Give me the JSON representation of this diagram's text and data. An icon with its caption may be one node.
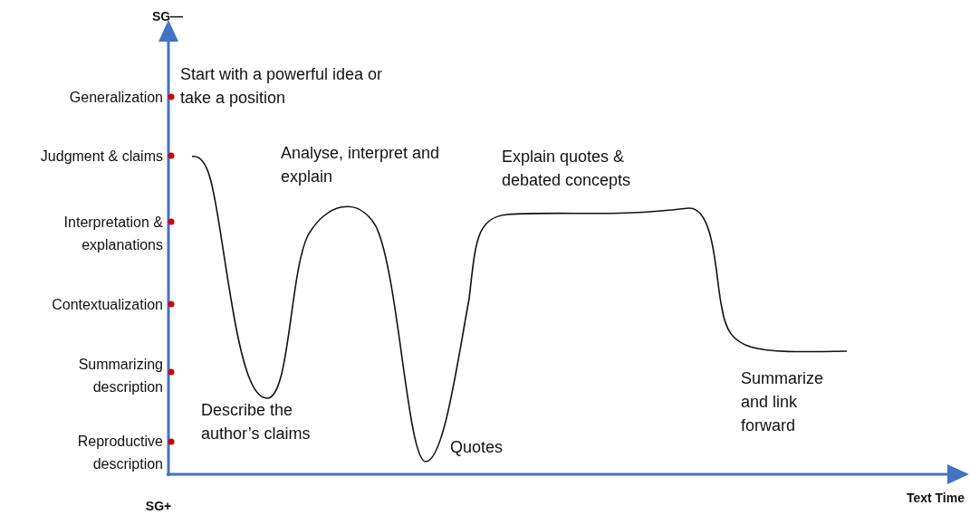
{
  "diagram": {
    "labels": [
      "SG—",
      "Generalization",
      "Judgment & claims",
      "Interpretation & explanations",
      "Contextualization",
      "Summarizing description",
      "Reproductive description",
      "Start with a powerful idea or take a position",
      "Analyse, interpret and explain",
      "Explain quotes & debated concepts",
      "Describe the author’s claims",
      "Quotes",
      "Summarize and link forward",
      "SG+",
      "Text Time"
    ]
  }
}
